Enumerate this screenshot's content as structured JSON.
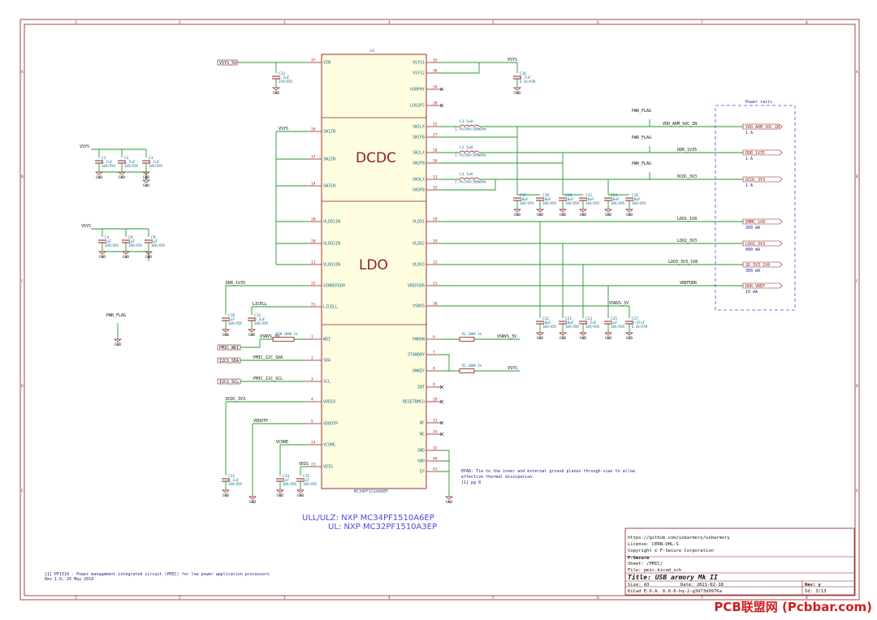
{
  "sheet": {
    "cols": [
      "1",
      "2",
      "3",
      "4",
      "5",
      "6",
      "7",
      "8"
    ],
    "rows": [
      "A",
      "B",
      "C",
      "D",
      "E",
      "F"
    ]
  },
  "chip": {
    "ref": "U1",
    "part": "MC34PF1510A6EP",
    "section_dcdc": "DCDC",
    "section_ldo": "LDO",
    "left_pins": [
      {
        "num": "37",
        "name": "VIN"
      },
      {
        "num": "26",
        "name": "SW1IN"
      },
      {
        "num": "17",
        "name": "SW2IN"
      },
      {
        "num": "14",
        "name": "SW3IN"
      },
      {
        "num": "28",
        "name": "VLDO1IN"
      },
      {
        "num": "20",
        "name": "VLDO2IN"
      },
      {
        "num": "11",
        "name": "VLDO3IN"
      },
      {
        "num": "22",
        "name": "VINREFDDR"
      },
      {
        "num": "31",
        "name": "LICELL"
      },
      {
        "num": "1",
        "name": "WDI"
      },
      {
        "num": "2",
        "name": "SDA"
      },
      {
        "num": "3",
        "name": "SCL"
      },
      {
        "num": "4",
        "name": "VDDIO"
      },
      {
        "num": "5",
        "name": "VDDOTP"
      },
      {
        "num": "24",
        "name": "VCORE"
      },
      {
        "num": "23",
        "name": "VDIG"
      }
    ],
    "right_pins": [
      {
        "num": "35",
        "name": "VSYS1"
      },
      {
        "num": "36",
        "name": "VSYS2"
      },
      {
        "num": "34",
        "name": "USBPHY"
      },
      {
        "num": "28",
        "name": "LDO2P7"
      },
      {
        "num": "25",
        "name": "SW1LX"
      },
      {
        "num": "27",
        "name": "SW1FB"
      },
      {
        "num": "18",
        "name": "SW2LX"
      },
      {
        "num": "16",
        "name": "SW2FB"
      },
      {
        "num": "13",
        "name": "SW3LX"
      },
      {
        "num": "15",
        "name": "SW3FB"
      },
      {
        "num": "29",
        "name": "VLDO1"
      },
      {
        "num": "19",
        "name": "VLDO2"
      },
      {
        "num": "12",
        "name": "VLDO3"
      },
      {
        "num": "21",
        "name": "VREFDDR"
      },
      {
        "num": "30",
        "name": "VSNVS"
      },
      {
        "num": "6",
        "name": "PWRON"
      },
      {
        "num": "7",
        "name": "STANDBY"
      },
      {
        "num": "8",
        "name": "ONKEY"
      },
      {
        "num": "9",
        "name": "INT"
      },
      {
        "num": "10",
        "name": "RESETBMCU"
      },
      {
        "num": "33",
        "name": "NC"
      },
      {
        "num": "34",
        "name": "NC"
      },
      {
        "num": "32",
        "name": "GND"
      },
      {
        "num": "40",
        "name": "GND"
      },
      {
        "num": "41",
        "name": "EP"
      }
    ]
  },
  "labels": {
    "vsys_5v": "VSYS_5V",
    "vsys": "VSYS",
    "ddr_1v35": "DDR_1V35",
    "licell": "LICELL",
    "vsnvs_3v": "VSNVS_3V",
    "phic_wdi": "PMIC_WDI",
    "i2c1_sda": "I2C1_SDA",
    "pmic_i2c_sda": "PMIC_I2C_SDA",
    "i2c1_scl": "I2C1_SCL",
    "pmic_i2c_scl": "PMIC_I2C_SCL",
    "dcdc_3v3": "DCDC_3V3",
    "vddotp": "VDDOTP",
    "vcore": "VCORE",
    "vdig": "VDIG",
    "vdd_arm_soc_in": "VDD_ARM_SOC_IN",
    "ldo1_1v8": "LDO1_1V8",
    "ldo2_3v3": "LDO2_3V3",
    "ldo3_3v3_1v8": "LDO3_3V3_1V8",
    "vrefddr": "VREFDDR",
    "pwr_flag": "PWR_FLAG",
    "gnd": "GND"
  },
  "inductors": [
    {
      "ref": "L1",
      "value": "1uH",
      "spec": "1.7A/20%/180mOhm"
    },
    {
      "ref": "L2",
      "value": "1uH",
      "spec": "1.7A/20%/180mOhm"
    },
    {
      "ref": "L3",
      "value": "1uH",
      "spec": "1.7A/20%/180mOhm"
    }
  ],
  "resistors": [
    {
      "ref": "R1",
      "value": "100K",
      "spec": "1%"
    },
    {
      "ref": "R2",
      "value": "100K",
      "spec": "1%"
    },
    {
      "ref": "R20",
      "value": "100K",
      "spec": "1%"
    }
  ],
  "capacitors": {
    "c13": {
      "ref": "C13",
      "value": "2.2uF",
      "spec": "25V/X5R"
    },
    "c16": {
      "ref": "C16",
      "value": "4.7uF",
      "spec": "6.3V/X5R"
    },
    "c1": {
      "ref": "C1",
      "value": "4.7uF",
      "spec": "10V/X5R"
    },
    "c2": {
      "ref": "C2",
      "value": "4.7uF",
      "spec": "10V/X5R"
    },
    "c3": {
      "ref": "C3",
      "value": "4.7uF",
      "spec": "10V/X5R"
    },
    "c4": {
      "ref": "C4",
      "value": "1uF",
      "spec": "10V/X5R"
    },
    "c8": {
      "ref": "C8",
      "value": "1uF",
      "spec": "10V/X5R"
    },
    "c9": {
      "ref": "C9",
      "value": "1uF",
      "spec": "10V/X5R"
    },
    "c10": {
      "ref": "C10",
      "value": "1uF",
      "spec": "10V/X5R"
    },
    "c12": {
      "ref": "C12",
      "value": "0.1uF",
      "spec": "10V/X5R"
    },
    "c11": {
      "ref": "C11",
      "value": "0.1uF",
      "spec": "10V/X5R"
    },
    "c14": {
      "ref": "C14",
      "value": "1uF",
      "spec": "10V/X5R"
    },
    "c15": {
      "ref": "C15",
      "value": "1uF",
      "spec": "10V/X5R"
    },
    "c17": {
      "ref": "C17",
      "value": "10uF",
      "spec": "10V/X5R"
    },
    "c18": {
      "ref": "C18",
      "value": "10uF",
      "spec": "10V/X5R"
    },
    "c20": {
      "ref": "C20",
      "value": "10uF",
      "spec": "10V/X5R"
    },
    "c22": {
      "ref": "C22",
      "value": "10uF",
      "spec": "10V/X5R"
    },
    "c24": {
      "ref": "C24",
      "value": "10uF",
      "spec": "10V/X5R"
    },
    "c26": {
      "ref": "C26",
      "value": "10uF",
      "spec": "10V/X5R"
    },
    "c32": {
      "ref": "C32",
      "value": "10uF",
      "spec": "10V/X5R"
    },
    "c21": {
      "ref": "C21",
      "value": "10uF",
      "spec": "10V/X5R"
    },
    "c23": {
      "ref": "C23",
      "value": "4.7uF",
      "spec": "10V/X5R"
    },
    "c25": {
      "ref": "C25",
      "value": "1uF",
      "spec": "10V/X5R"
    },
    "c27": {
      "ref": "C27",
      "value": "0.47uF",
      "spec": "6.3V/X5R"
    }
  },
  "power_rails": {
    "title": "Power rails",
    "items": [
      {
        "name": "VDD_ARM_SOC_IN",
        "current": "1 A"
      },
      {
        "name": "DDR_1V35",
        "current": "1 A"
      },
      {
        "name": "DCDC_3V3",
        "current": "1 A"
      },
      {
        "name": "EMMC_1V8",
        "current": "300 mA"
      },
      {
        "name": "LDO2_3V3",
        "current": "400 mA"
      },
      {
        "name": "SD_3V3_1V8",
        "current": "300 mA"
      },
      {
        "name": "DDR_VREF",
        "current": "10 mA"
      }
    ]
  },
  "notes": {
    "epad_line1": "EPAD: Tie to the inner and external ground planes through vias to allow",
    "epad_line2": "effective thermal dissipation.",
    "epad_line3": "[1] pg 8",
    "variant_line1": "ULL/ULZ: NXP MC34PF1510A6EP",
    "variant_line2": "UL: NXP MC32PF1510A3EP",
    "ref_line1": "[1] PF1510 - Power management integrated circuit (PMIC) for low power application processors",
    "ref_line2": "Rev 1.0, 25 May 2018"
  },
  "title_block": {
    "url": "https://github.com/usbarmory/usbarmory",
    "license": "License: CERN-OHL-S",
    "copyright": "Copyright © F-Secure Corporation",
    "company": "F-Secure",
    "sheet": "Sheet: /PMIC/",
    "file": "File: pmic.kicad_sch",
    "title": "Title: USB armory Mk II",
    "size": "Size: A3",
    "date": "Date: 2021-02-18",
    "rev": "Rev: γ",
    "kicad": "KiCad E.D.A. 6.0.6-hq-2-g3d73d9976a",
    "id": "Id: 3/13"
  },
  "watermark": "PCB联盟网 (Pcbbar.com)"
}
